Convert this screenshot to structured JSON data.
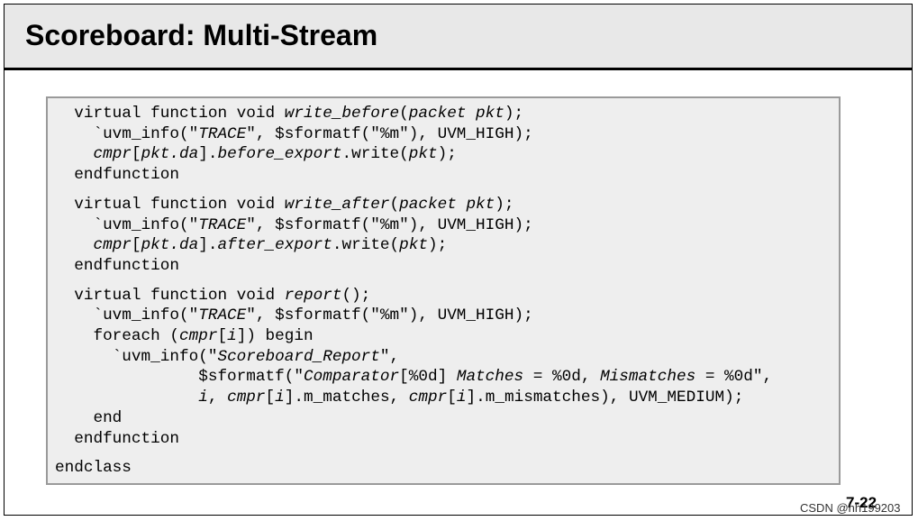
{
  "title": "Scoreboard: Multi-Stream",
  "code": {
    "l1": [
      "  virtual function void ",
      "write_before",
      "(",
      "packet pkt",
      ");"
    ],
    "l2": [
      "    `uvm_info(\"",
      "TRACE",
      "\", $sformatf(\"%m\"), UVM_HIGH);"
    ],
    "l3": [
      "    ",
      "cmpr",
      "[",
      "pkt.da",
      "].",
      "before_export",
      ".write(",
      "pkt",
      ");"
    ],
    "l4": "  endfunction",
    "l5": [
      "  virtual function void ",
      "write_after",
      "(",
      "packet pkt",
      ");"
    ],
    "l6": [
      "    `uvm_info(\"",
      "TRACE",
      "\", $sformatf(\"%m\"), UVM_HIGH);"
    ],
    "l7": [
      "    ",
      "cmpr",
      "[",
      "pkt.da",
      "].",
      "after_export",
      ".write(",
      "pkt",
      ");"
    ],
    "l8": "  endfunction",
    "l9": [
      "  virtual function void ",
      "report",
      "();"
    ],
    "l10": [
      "    `uvm_info(\"",
      "TRACE",
      "\", $sformatf(\"%m\"), UVM_HIGH);"
    ],
    "l11": [
      "    foreach (",
      "cmpr",
      "[",
      "i",
      "]) begin"
    ],
    "l12": [
      "      `uvm_info(\"",
      "Scoreboard_Report",
      "\","
    ],
    "l13": [
      "               $sformatf(\"",
      "Comparator",
      "[%0d] ",
      "Matches",
      " = %0d, ",
      "Mismatches",
      " = %0d\","
    ],
    "l14": [
      "               ",
      "i",
      ", ",
      "cmpr",
      "[",
      "i",
      "].m_matches, ",
      "cmpr",
      "[",
      "i",
      "].m_mismatches), UVM_MEDIUM);"
    ],
    "l15": "    end",
    "l16": "  endfunction",
    "l17": "endclass"
  },
  "page_number": "7-22",
  "watermark": "CSDN @hh199203"
}
